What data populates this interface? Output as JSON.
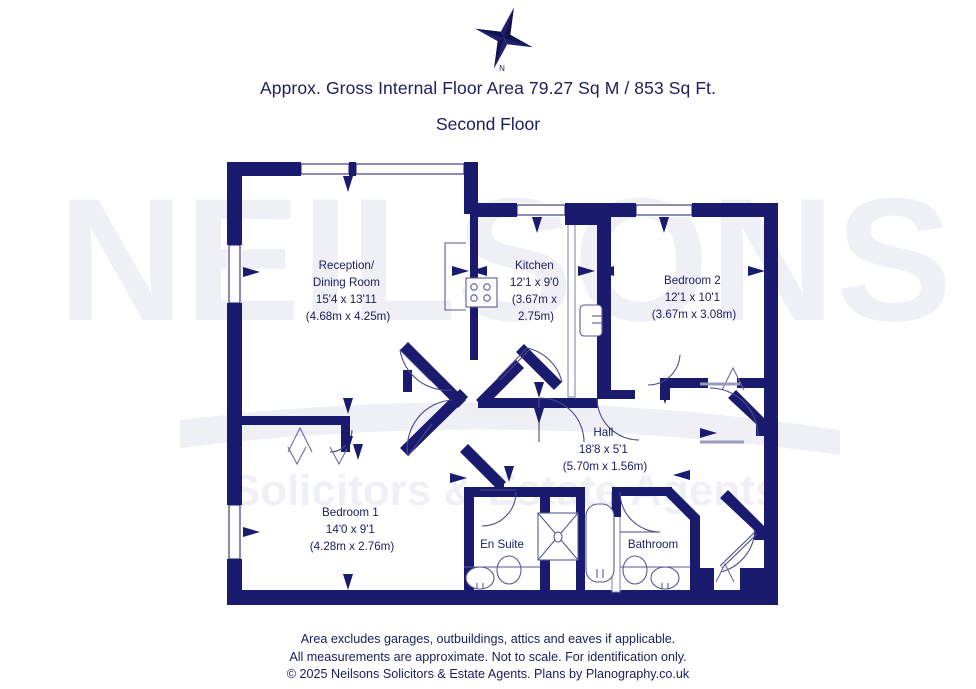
{
  "header": {
    "area_line": "Approx. Gross Internal Floor Area 79.27 Sq M / 853 Sq Ft.",
    "floor_line": "Second Floor"
  },
  "compass": {
    "label": "N",
    "name": "compass-rose"
  },
  "watermark": {
    "brand": "NEILSONS",
    "tagline": "Solicitors & Estate Agents"
  },
  "rooms": [
    {
      "id": "reception-dining-room",
      "name_line_1": "Reception/",
      "name_line_2": "Dining Room",
      "imperial": "15'4 x 13'11",
      "metric": "(4.68m x 4.25m)"
    },
    {
      "id": "kitchen",
      "name_line_1": "Kitchen",
      "imperial": "12'1 x 9'0",
      "metric_line_1": "(3.67m x",
      "metric_line_2": "2.75m)"
    },
    {
      "id": "bedroom-2",
      "name_line_1": "Bedroom 2",
      "imperial": "12'1 x 10'1",
      "metric": "(3.67m x 3.08m)"
    },
    {
      "id": "hall",
      "name_line_1": "Hall",
      "imperial": "18'8 x 5'1",
      "metric": "(5.70m x 1.56m)"
    },
    {
      "id": "bedroom-1",
      "name_line_1": "Bedroom 1",
      "imperial": "14'0 x 9'1",
      "metric": "(4.28m x 2.76m)"
    },
    {
      "id": "en-suite",
      "name_line_1": "En Suite"
    },
    {
      "id": "bathroom",
      "name_line_1": "Bathroom"
    }
  ],
  "footer": {
    "line1": "Area excludes garages, outbuildings, attics and eaves if applicable.",
    "line2": "All measurements are approximate. Not to scale. For identification only.",
    "line3": "© 2025 Neilsons Solicitors & Estate Agents. Plans by Planography.co.uk"
  },
  "colors": {
    "wall": "#1a1a6e",
    "text": "#1d2060",
    "background": "#ffffff",
    "watermark": "#eef0f6",
    "fixture_stroke": "#44447f"
  }
}
